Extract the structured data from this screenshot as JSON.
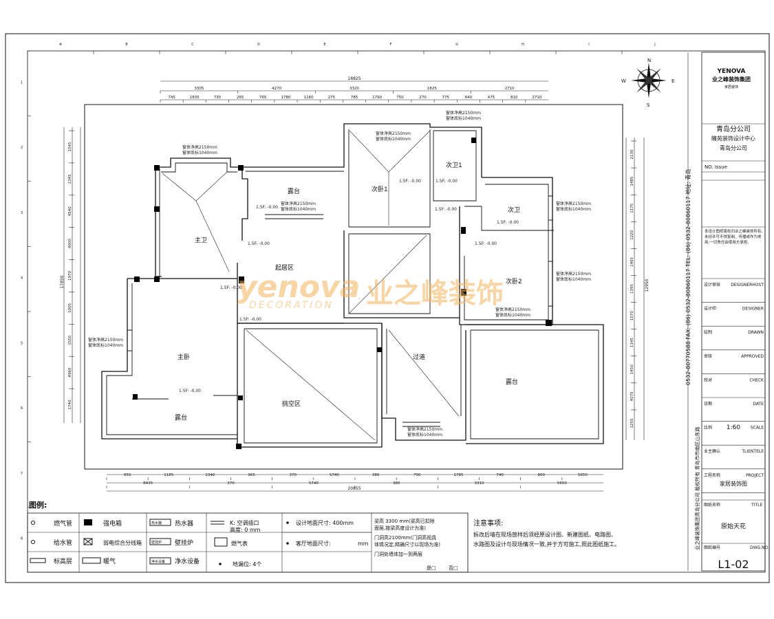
{
  "compass": {
    "n": "N",
    "s": "S",
    "e": "E",
    "w": "W"
  },
  "grid_letters": [
    "A",
    "B",
    "C",
    "D",
    "E",
    "F",
    "G",
    "H",
    "I",
    "J"
  ],
  "grid_numbers": [
    "1",
    "2",
    "3",
    "4",
    "5",
    "6",
    "7",
    "8"
  ],
  "dims": {
    "top_overall": "18825",
    "top_row1": [
      "3305",
      "4270",
      "3320",
      "1825",
      "2710"
    ],
    "top_row2": [
      "745",
      "1835",
      "730",
      "265",
      "765",
      "1780",
      "1160",
      "275",
      "785",
      "1790",
      "750",
      "270",
      "775",
      "640",
      "475",
      "810",
      "2710"
    ],
    "bottom_overall": "20855",
    "bottom_row1": [
      "950",
      "1185",
      "2340",
      "965",
      "370",
      "5740",
      "380",
      "790",
      "1785",
      "740",
      "800",
      "5650"
    ],
    "bottom_row2": [
      "8435",
      "370",
      "5740",
      "380",
      "3310",
      "5650"
    ],
    "left_v": [
      "1545",
      "1345",
      "4540",
      "4000",
      "1970",
      "1005",
      "1550",
      "4960",
      "1740"
    ],
    "left_overall": "17850",
    "right_v": [
      "2130",
      "1485",
      "1175",
      "1220",
      "1465",
      "1395",
      "1070",
      "1145",
      "1450",
      "4075",
      "1250"
    ],
    "right_overall": "12950"
  },
  "rooms": {
    "master_bath": "主卫",
    "balcony_top": "露台",
    "second_bedroom1": "次卧1",
    "second_bath1": "次卫1",
    "second_bath": "次卫",
    "second_bedroom2": "次卧2",
    "living": "起居区",
    "master_bedroom": "主卧",
    "balcony_bl": "露台",
    "void": "挑空区",
    "corridor": "过道",
    "balcony_br": "露台"
  },
  "annotations": {
    "ceiling_a": "窗体净高2150mm",
    "ceiling_b": "窗体底标1040mm",
    "slab": "1.5F: -0.00"
  },
  "watermark": {
    "latin": "yenova",
    "cn": "业之峰装饰",
    "sub": "DECORATION"
  },
  "legend": {
    "title": "图例:",
    "col1": [
      "燃气管",
      "给水管",
      "标高层"
    ],
    "col2": [
      "强电箱",
      "弱电综合分线箱",
      "暖气"
    ],
    "col3_box": [
      "热水器",
      "壁挂炉",
      "净水设备"
    ],
    "col3": [
      "热水器",
      "壁挂炉",
      "净水设备"
    ],
    "col4": [
      "K: 空调插口",
      "高度: 0 mm",
      "燃气表"
    ],
    "col5a": "地漏位: 4个",
    "col6": [
      "设计地面尺寸: 400mm",
      "客厅地面尺寸:",
      "mm"
    ],
    "col7": [
      "梁高 3300 mm(梁高已扣除",
      "面层,按梁高度设计为准)",
      "门洞高2100mm(门洞高视具",
      "体情况定,精确尺寸以现场为准)",
      "门洞处墙体加一到两层"
    ],
    "col7_tail": [
      "是□",
      "否□"
    ],
    "notes_title": "注意事项:",
    "notes": [
      "拆改后墙在现场放样后须经原设计图、新建图纸、电路图、",
      "水路图及设计与现场情况一致,并于方可施工,照此图纸施工。"
    ]
  },
  "title_block": {
    "logo": "YENOVA",
    "logo_cn": "业之峰装饰集团",
    "logo_sub": "家居装饰",
    "branch": "青岛分公司",
    "branch_sub1": "睛苑装饰设计中心",
    "branch_sub2": "青岛分公司",
    "no_issue": "NO. Issue",
    "rows": [
      {
        "cn": "设计审核",
        "en": "DESIGNERHOST"
      },
      {
        "cn": "设计师",
        "en": "DESIGNER"
      },
      {
        "cn": "绘制",
        "en": "DRAWN"
      },
      {
        "cn": "审核",
        "en": "APPROVED"
      },
      {
        "cn": "校对",
        "en": "CHECK"
      },
      {
        "cn": "日期",
        "en": "DATE"
      },
      {
        "cn": "比例",
        "en": "SCALE"
      },
      {
        "cn": "业主确认",
        "en": "TLIENTELE"
      },
      {
        "cn": "工程名称",
        "en": "PROJECT"
      }
    ],
    "scale_value": "1:60",
    "project_value": "家居装饰图",
    "title_label_cn": "图纸名称",
    "title_label_en": "TITLE",
    "title_value": "原始天花",
    "dwg_label_cn": "图纸编号",
    "dwg_label_en": "DWG.NO",
    "dwg_value": "L1-02",
    "contact_vertical": "0532-80770588  FAX: (86) 0532-80860117  TEL: (86) 0532-80860117  地址: 青岛",
    "copyright_vertical": "业之峰装饰集团青岛分公司 版权所有 青岛市市南区山东路",
    "disclaimer": "本设计图纸版权归业之峰装饰所有,未经许可不得复制、传播或作为他用,一切责任由使用方承担。"
  }
}
